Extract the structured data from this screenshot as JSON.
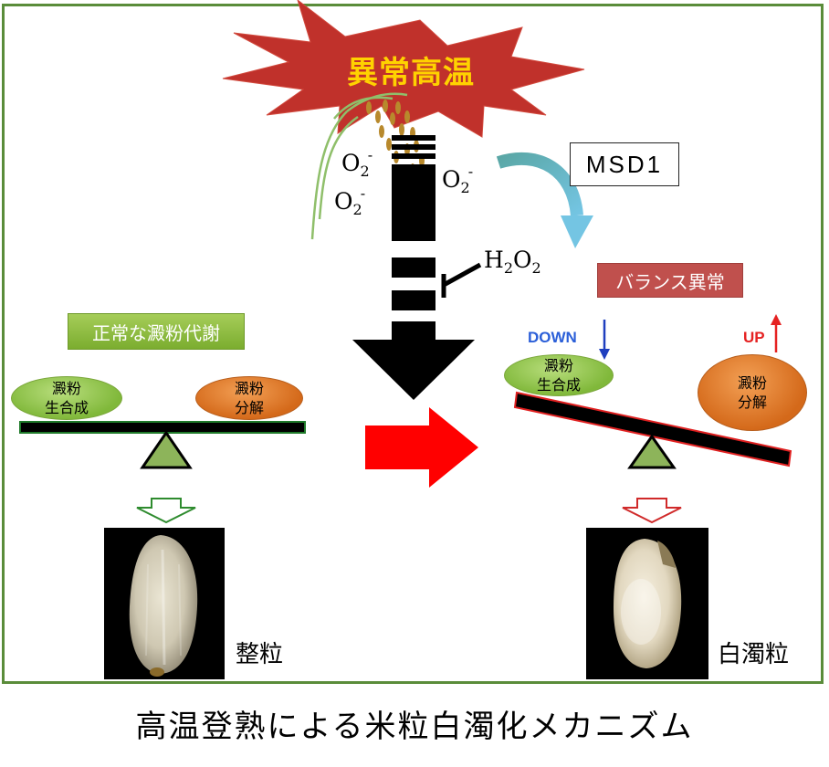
{
  "banner": {
    "text": "異常高温"
  },
  "superoxide": {
    "base": "O",
    "sub": "2",
    "sup": "-"
  },
  "h2o2": {
    "h": "H",
    "h_sub": "2",
    "o": "O",
    "o_sub": "2"
  },
  "msd1": {
    "label": "MSD1"
  },
  "normal": {
    "title": "正常な澱粉代謝",
    "synthesis": {
      "line1": "澱粉",
      "line2": "生合成"
    },
    "degradation": {
      "line1": "澱粉",
      "line2": "分解"
    },
    "grain_label": "整粒"
  },
  "abnormal": {
    "title": "バランス異常",
    "down_label": "DOWN",
    "up_label": "UP",
    "synthesis": {
      "line1": "澱粉",
      "line2": "生合成"
    },
    "degradation": {
      "line1": "澱粉",
      "line2": "分解"
    },
    "grain_label": "白濁粒"
  },
  "caption": "高温登熟による米粒白濁化メカニズム",
  "colors": {
    "frame": "#5a8c3a",
    "banner_star": "#c0312b",
    "banner_text": "#ffd200",
    "balance_red": "#c0504d",
    "green_label": "#8dbb40",
    "down_blue": "#2b5fd8",
    "up_red": "#e52222",
    "arrow_red": "#ff0000"
  }
}
